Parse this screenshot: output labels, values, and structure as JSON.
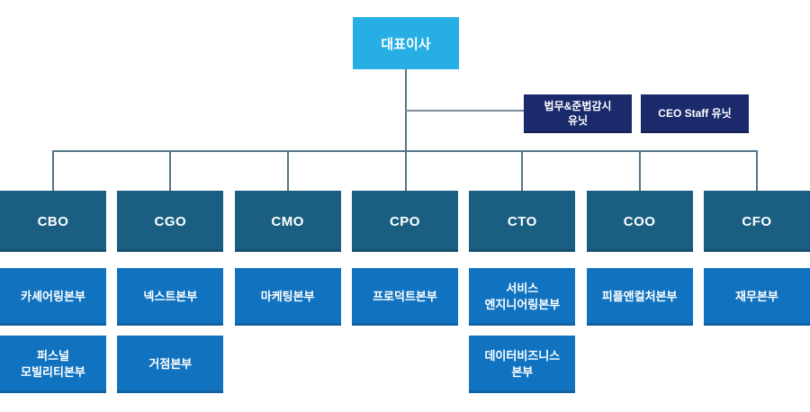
{
  "org_chart": {
    "root": {
      "label": "대표이사"
    },
    "staff_units": [
      {
        "label": "법무&준법감시\n유닛"
      },
      {
        "label": "CEO Staff 유닛"
      }
    ],
    "executive_row": [
      "CBO",
      "CGO",
      "CMO",
      "CPO",
      "CTO",
      "COO",
      "CFO"
    ],
    "division_row_1": [
      "카셰어링본부",
      "넥스트본부",
      "마케팅본부",
      "프로덕트본부",
      "서비스\n엔지니어링본부",
      "피플앤컬처본부",
      "재무본부"
    ],
    "division_row_2": {
      "col_0": "퍼스널\n모빌리티본부",
      "col_1": "거점본부",
      "col_4": "데이터비즈니스\n본부"
    }
  },
  "colors": {
    "ceo_box": "#27aee4",
    "staff_unit_box": "#1a2a6b",
    "executive_box": "#1a5f82",
    "division_box": "#1173c0",
    "connector_line": "#527688",
    "branch_line": "#7d8c99",
    "text": "#ffffff",
    "background": "#ffffff"
  }
}
